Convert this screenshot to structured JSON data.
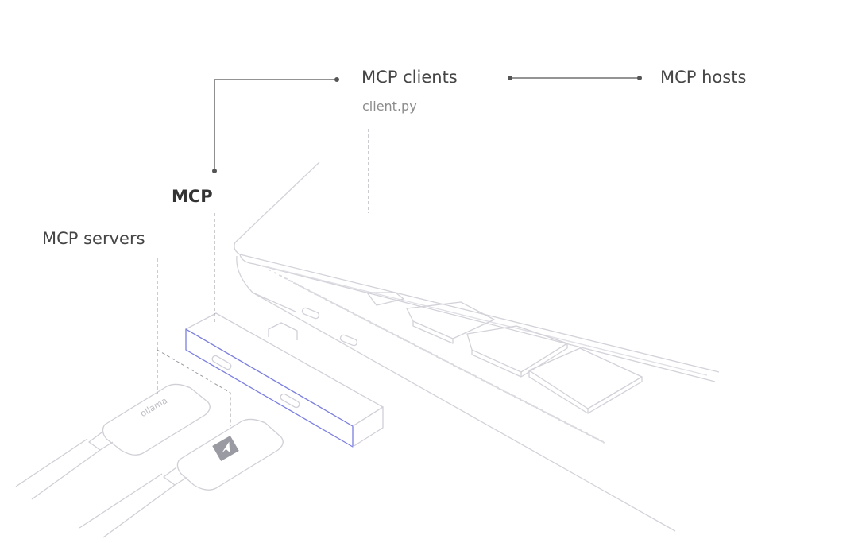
{
  "labels": {
    "clients": "MCP clients",
    "client_file": "client.py",
    "hosts": "MCP hosts",
    "mcp": "MCP",
    "servers": "MCP servers"
  },
  "connector_logos": [
    "ollama-logo",
    "arrow-logo"
  ],
  "colors": {
    "text": "#454545",
    "line": "#555555",
    "outline": "#cfcfd6",
    "accent": "#7b7fe0"
  }
}
